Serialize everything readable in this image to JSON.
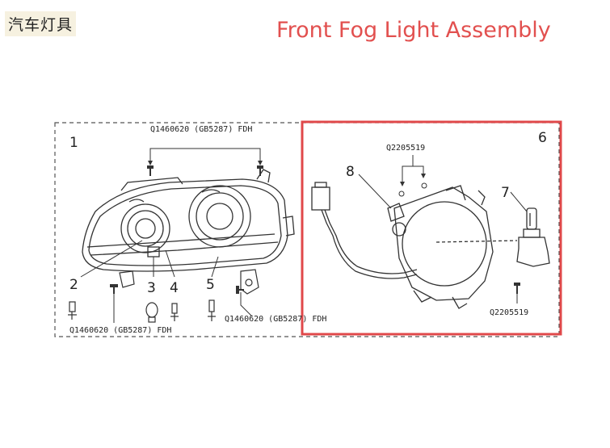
{
  "header": {
    "chinese_title": "汽车灯具",
    "english_title": "Front Fog Light Assembly"
  },
  "diagram": {
    "headlamp_group": {
      "number": "1",
      "code_top": "Q1460620 (GB5287) FDH",
      "code_bottom_left": "Q1460620 (GB5287) FDH",
      "code_bottom_right": "Q1460620 (GB5287) FDH",
      "callouts": [
        "2",
        "3",
        "4",
        "5"
      ]
    },
    "fog_lamp_group": {
      "number": "6",
      "code_top": "Q2205519",
      "code_bottom": "Q2205519",
      "callout_connector": "8",
      "callout_bulb": "7"
    },
    "colors": {
      "highlight_border": "#e0484a",
      "title_red": "#e2504f",
      "line": "#333333"
    }
  }
}
